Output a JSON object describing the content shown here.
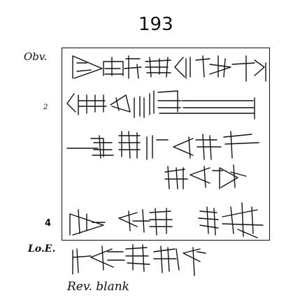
{
  "tablet": {
    "number": "193",
    "face_label": "Obv.",
    "line_numbers": [
      "2",
      "4"
    ],
    "edge_label": "Lo.E.",
    "reverse_note": "Rev. blank"
  },
  "colors": {
    "ink": "#111111",
    "background": "#ffffff"
  }
}
